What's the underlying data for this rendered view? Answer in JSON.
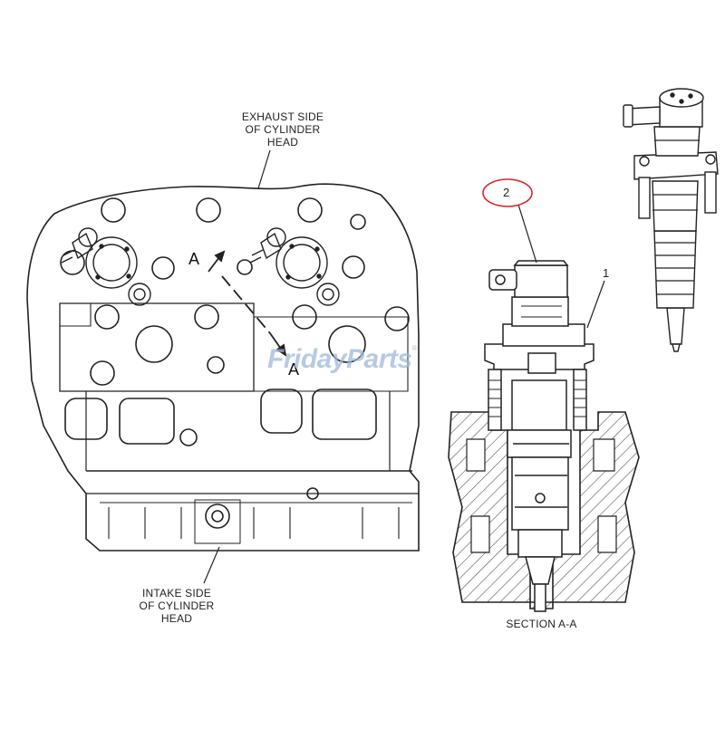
{
  "labels": {
    "exhaust_side": [
      "EXHAUST SIDE",
      "OF CYLINDER",
      "HEAD"
    ],
    "intake_side": [
      "INTAKE SIDE",
      "OF CYLINDER",
      "HEAD"
    ],
    "section_caption": "SECTION A-A",
    "section_marker_top": "A",
    "section_marker_bottom": "A"
  },
  "callouts": {
    "item_1": "1",
    "item_2": "2"
  },
  "watermark": {
    "text_a": "Friday",
    "text_b": "Parts",
    "mark": "®"
  },
  "colors": {
    "line": "#222222",
    "highlight_circle": "#d9262b",
    "watermark": "#9fb9dc",
    "hatch": "#555555"
  }
}
